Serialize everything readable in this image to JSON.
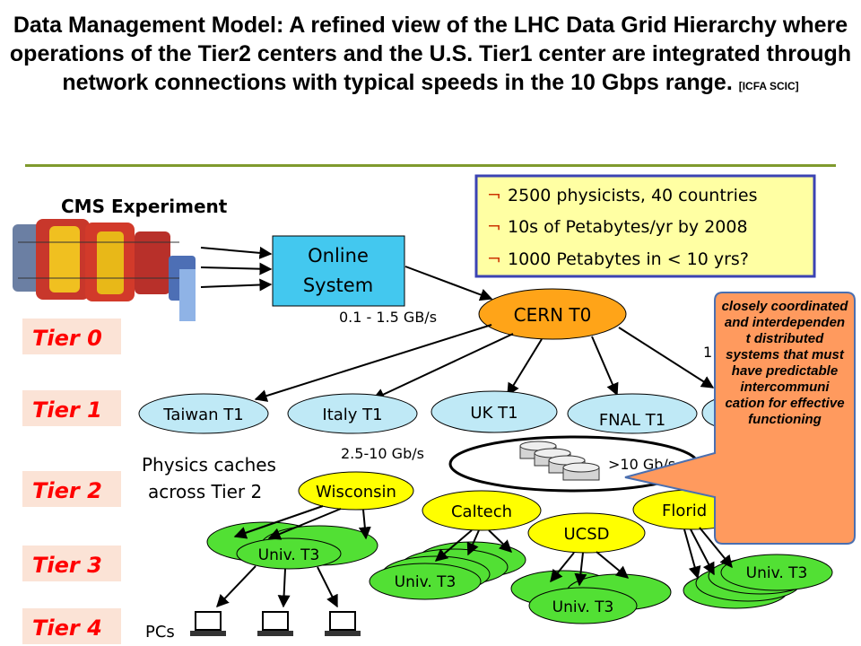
{
  "title": {
    "main": "Data Management Model: A refined view of the LHC Data Grid Hierarchy where operations of the Tier2 centers and the U.S. Tier1 center are integrated through network connections with typical speeds in the 10 Gbps range.",
    "citation": "[ICFA SCIC]"
  },
  "experiment": {
    "label": "CMS Experiment"
  },
  "online_system": {
    "line1": "Online",
    "line2": "System"
  },
  "facts": {
    "bullet": "¬",
    "items": [
      "2500 physicists, 40 countries",
      "10s of Petabytes/yr by 2008",
      "1000 Petabytes in < 10 yrs?"
    ]
  },
  "tiers": [
    "Tier 0",
    "Tier 1",
    "Tier 2",
    "Tier 3",
    "Tier 4"
  ],
  "links": {
    "online_rate": "0.1 - 1.5 GB/s",
    "tier1_rate": "2.5-10 Gb/s",
    "network_rate": ">10 Gb/s",
    "partial_label": "1"
  },
  "cern": {
    "label": "CERN T0"
  },
  "tier1_centers": [
    "Taiwan T1",
    "Italy T1",
    "UK T1",
    "FNAL T1"
  ],
  "physics_caches": {
    "line1": "Physics caches",
    "line2": "across Tier 2"
  },
  "tier2_centers": {
    "wisconsin": "Wisconsin",
    "caltech": "Caltech",
    "ucsd": "UCSD",
    "florida": "Florid"
  },
  "tier3_label": "Univ. T3",
  "pcs_label": "PCs",
  "callout": {
    "text": "closely coordinated and interdependen t distributed systems that must have predictable intercommuni cation for effective functioning"
  },
  "colors": {
    "tier_box": "#fbe3d6",
    "tier_text": "#ff0000",
    "online_box": "#43c8ef",
    "cern": "#ffa418",
    "tier1": "#bfe9f6",
    "tier2": "#ffff00",
    "tier3": "#52e034",
    "facts_box": "#ffffa3",
    "facts_border": "#3b43b3",
    "callout": "#ff9a5e",
    "rule": "#7f9a2d"
  }
}
